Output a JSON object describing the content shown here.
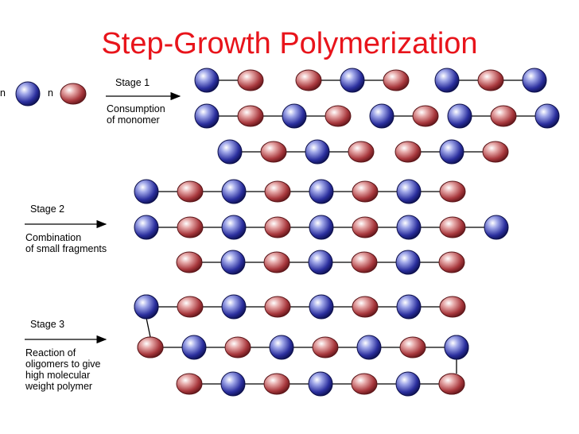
{
  "title": "Step-Growth Polymerization",
  "monomers": {
    "blue_count": "n",
    "red_count": "n"
  },
  "stages": [
    {
      "label": "Stage 1",
      "description": "Consumption\nof monomer"
    },
    {
      "label": "Stage 2",
      "description": "Combination\nof small fragments"
    },
    {
      "label": "Stage 3",
      "description": "Reaction of\noligomers to give\nhigh molecular\nweight polymer"
    }
  ],
  "colors": {
    "title": "#e8141b",
    "blue_monomer": "#2b2f9e",
    "red_monomer": "#a8383d",
    "bond": "#000000"
  }
}
